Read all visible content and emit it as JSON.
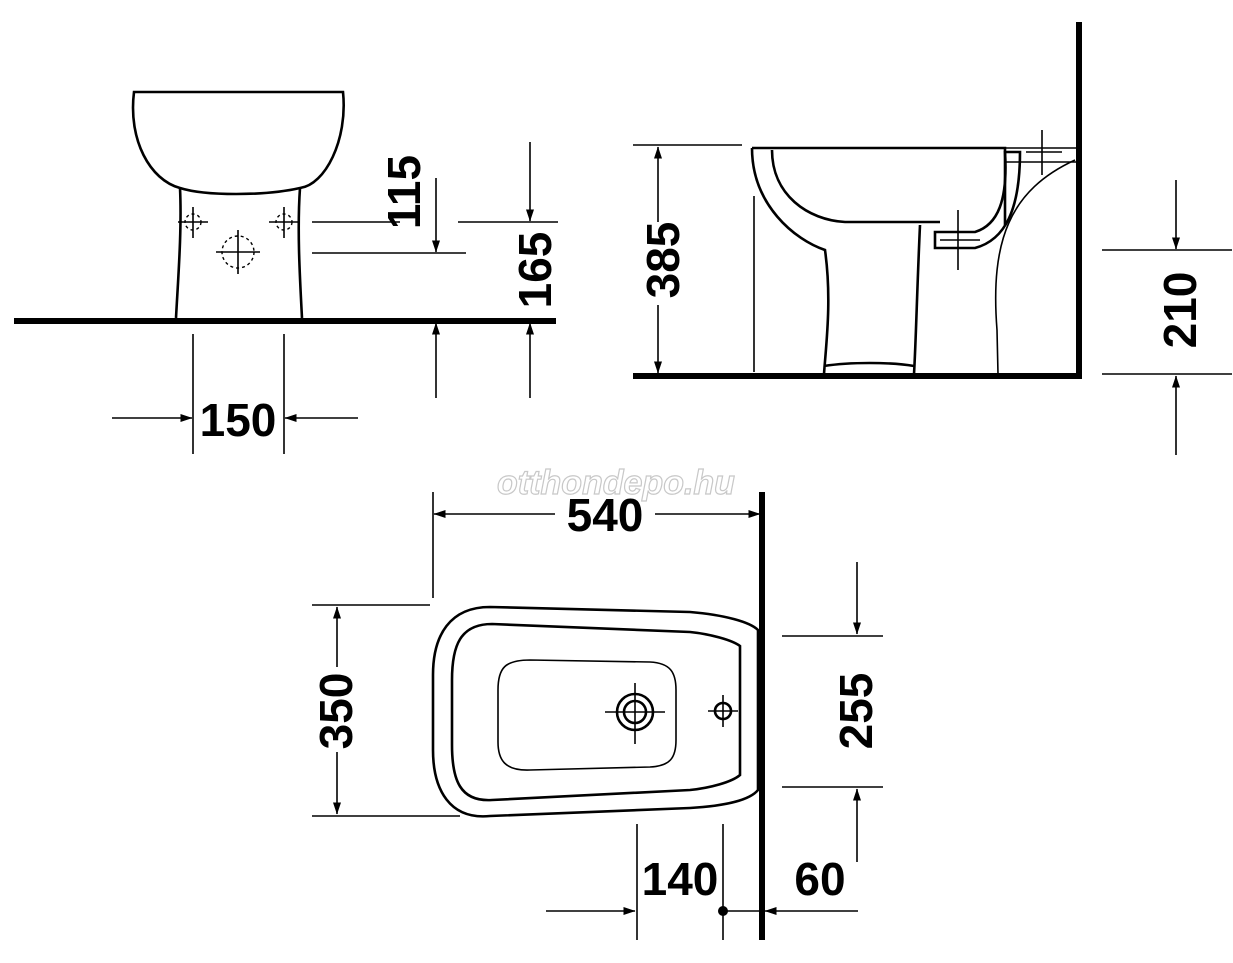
{
  "watermark": "otthondepo.hu",
  "dimensions": {
    "front_width": "150",
    "front_upper_hole_height": "115",
    "front_lower_hole_height": "165",
    "side_total_height": "385",
    "side_drain_height": "210",
    "top_length": "540",
    "top_width": "350",
    "top_hole_span": "255",
    "top_hole_offset": "140",
    "top_wall_offset": "60"
  },
  "colors": {
    "line": "#000000",
    "background": "#ffffff",
    "watermark_outline": "#c8c8c8"
  }
}
